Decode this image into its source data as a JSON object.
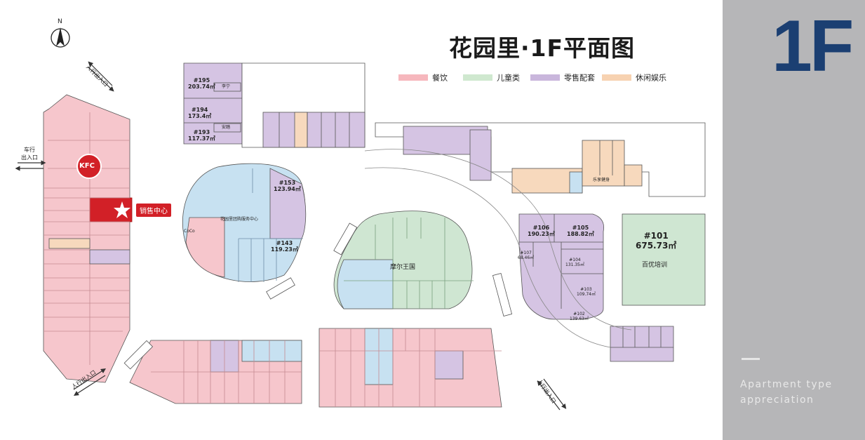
{
  "floor": "1F",
  "title": "花园里·1F平面图",
  "side": {
    "line1": "Apartment type",
    "line2": "appreciation"
  },
  "compass": "N",
  "legend": [
    {
      "label": "餐饮",
      "color": "#f6b7bd"
    },
    {
      "label": "儿童类",
      "color": "#cfe8cf"
    },
    {
      "label": "零售配套",
      "color": "#c9b6dc"
    },
    {
      "label": "休闲娱乐",
      "color": "#f7d2b1"
    }
  ],
  "colors": {
    "food": "#f6c6cc",
    "kids": "#cfe6d2",
    "retail": "#d5c4e3",
    "leisure": "#f7d9bd",
    "blue": "#c7e1f1",
    "accent": "#d22027",
    "floor_text": "#1b3f72"
  },
  "entrances": {
    "north_pedestrian": "人行出入口",
    "vehicle_line1": "车行",
    "vehicle_line2": "出入口",
    "southwest_pedestrian": "人行出入口",
    "southeast_pedestrian": "人行出入口"
  },
  "kfc": "KFC",
  "sales_center": "销售中心",
  "units": {
    "u195": {
      "id": "#195",
      "area": "203.74㎡"
    },
    "u194": {
      "id": "#194",
      "area": "173.4㎡"
    },
    "u193": {
      "id": "#193",
      "area": "117.37㎡"
    },
    "li_ning": "李宁",
    "anta": "安踏",
    "u153": {
      "id": "#153",
      "area": "123.94㎡"
    },
    "u143": {
      "id": "#143",
      "area": "119.23㎡"
    },
    "flower_service": "花园里团购服务中心",
    "cotti": "CoCo",
    "u101": {
      "id": "#101",
      "area": "675.73㎡"
    },
    "baiyou": "百优培训",
    "u106": {
      "id": "#106",
      "area": "190.23㎡"
    },
    "u105": {
      "id": "#105",
      "area": "188.82㎡"
    },
    "u107": {
      "id": "#107",
      "area": "68.46㎡"
    },
    "u104": {
      "id": "#104",
      "area": "131.35㎡"
    },
    "u103": {
      "id": "#103",
      "area": "109.74㎡"
    },
    "u102": {
      "id": "#102",
      "area": "139.63㎡"
    },
    "moer": "摩尔王国",
    "lexiang": "乐享健身"
  }
}
